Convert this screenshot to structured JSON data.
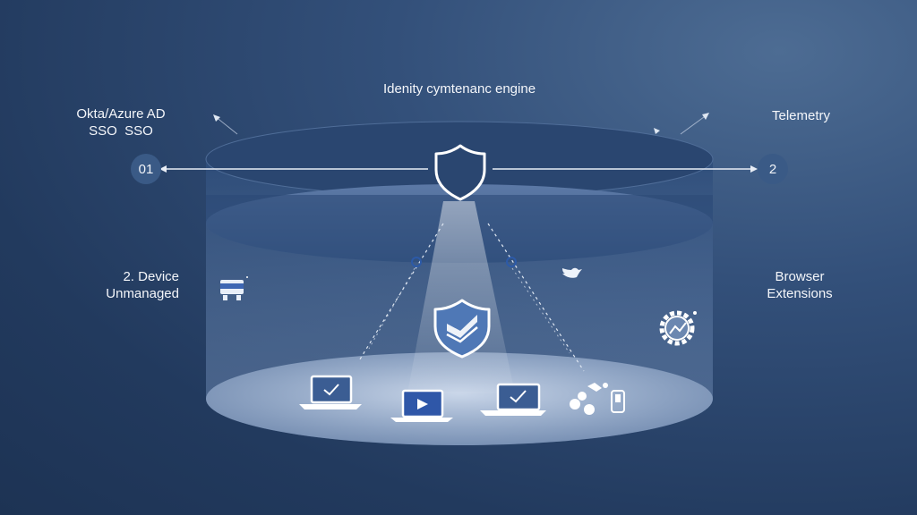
{
  "title": "Idenity cymtenanc engine",
  "left_top": {
    "line1": "Okta/Azure AD",
    "line2": "SSO  SSO"
  },
  "right_top": {
    "label": "Telemetry"
  },
  "left_mid": {
    "line1": "2. Device",
    "line2": "Unmanaged"
  },
  "right_mid": {
    "line1": "Browser",
    "line2": "Extensions"
  },
  "nodes": {
    "left": "01",
    "right": "2"
  },
  "icons": {
    "top_shield": "shield-icon",
    "inner_shield": "shield-check-icon",
    "devices": [
      "laptop-check-icon",
      "laptop-play-icon",
      "laptop-check-icon",
      "mobile-devices-icon"
    ],
    "device_box": "monitor-icon",
    "bird": "bird-icon",
    "gear": "gear-icon"
  },
  "colors": {
    "background": "#223a5e",
    "accent": "#3a5a86",
    "line": "#e8edf5"
  }
}
